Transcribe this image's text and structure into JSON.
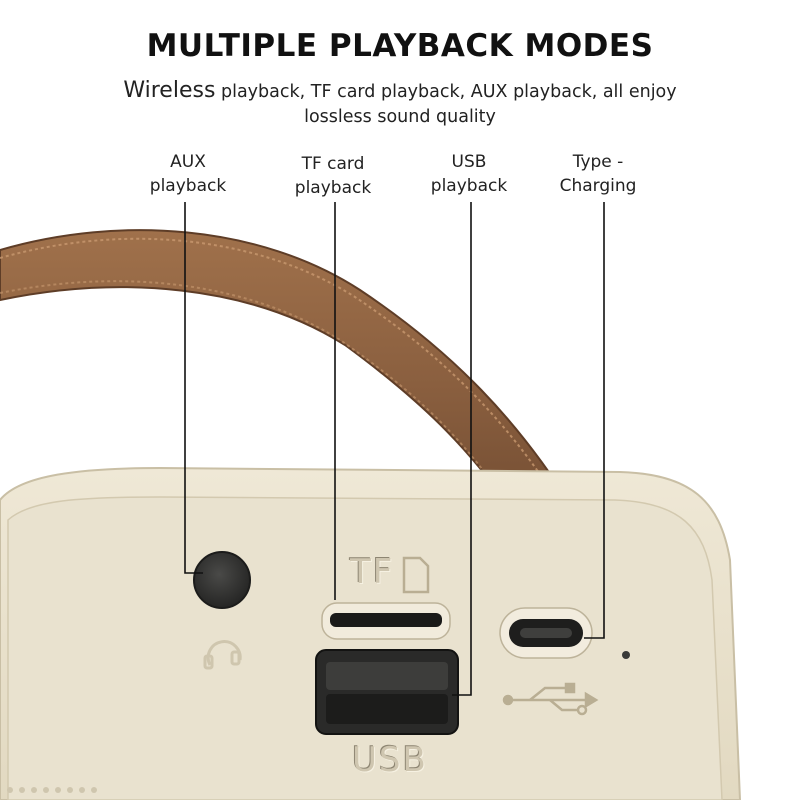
{
  "header": {
    "title": "MULTIPLE PLAYBACK MODES",
    "subtitle_first_word": "Wireless",
    "subtitle_rest_line1": " playback, TF card playback, AUX playback, all enjoy",
    "subtitle_line2": "lossless sound quality"
  },
  "callouts": [
    {
      "label": "AUX\nplayback"
    },
    {
      "label": "TF card\nplayback"
    },
    {
      "label": "USB\nplayback"
    },
    {
      "label": "Type -\nCharging"
    }
  ],
  "device": {
    "embossed_tf": "TF",
    "embossed_usb": "USB",
    "body_color": "#e8e0ca",
    "strap_color": "#8a5f3f"
  }
}
